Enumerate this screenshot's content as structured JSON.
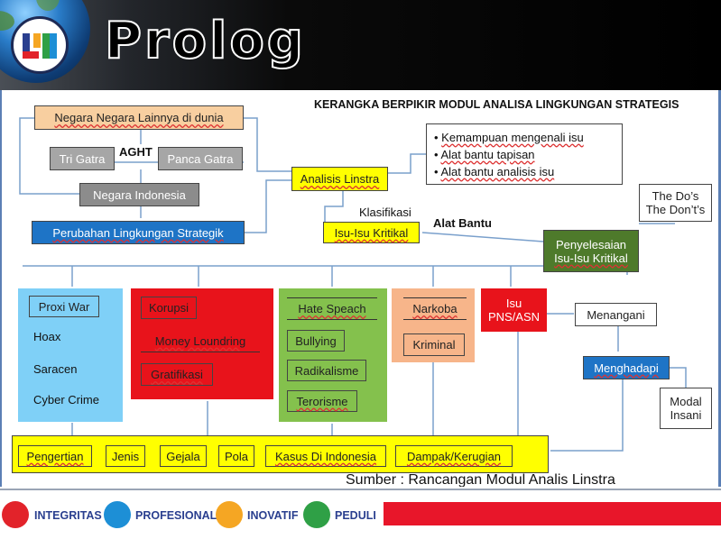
{
  "header": {
    "title": "Prolog"
  },
  "framework_title": "KERANGKA BERPIKIR MODUL ANALISA LINGKUNGAN STRATEGIS",
  "nodes": {
    "negara_lain": "Negara Negara Lainnya di dunia",
    "tri_gatra": "Tri Gatra",
    "aght": "AGHT",
    "panca_gatra": "Panca Gatra",
    "negara_indonesia": "Negara Indonesia",
    "perubahan": "Perubahan Lingkungan Strategik",
    "analisis_linstra": "Analisis Linstra",
    "klasifikasi": "Klasifikasi",
    "isu_kritikal": "Isu-Isu Kritikal",
    "alat_bantu": "Alat Bantu",
    "penyelesaian_1": "Penyelesaian",
    "penyelesaian_2": "Isu-Isu Kritikal",
    "dos_1": "The Do’s",
    "dos_2": "The Don’t’s",
    "menangani": "Menangani",
    "menghadapi": "Menghadapi",
    "modal_1": "Modal",
    "modal_2": "Insani"
  },
  "bullets": [
    "Kemampuan mengenali isu",
    "Alat bantu tapisan",
    "Alat bantu analisis isu"
  ],
  "categories": {
    "blue": [
      "Proxi War",
      "Hoax",
      "Saracen",
      "Cyber Crime"
    ],
    "red": [
      "Korupsi",
      "Money Loundring",
      "Gratifikasi"
    ],
    "green": [
      "Hate Speach",
      "Bullying",
      "Radikalisme",
      "Terorisme"
    ],
    "orange": [
      "Narkoba",
      "Kriminal"
    ],
    "isu_pns_1": "Isu",
    "isu_pns_2": "PNS/ASN"
  },
  "bottom_row": [
    "Pengertian",
    "Jenis",
    "Gejala",
    "Pola",
    "Kasus Di Indonesia",
    "Dampak/Kerugian"
  ],
  "source": "Sumber : Rancangan Modul Analis Linstra",
  "footer": {
    "values": [
      "INTEGRITAS",
      "PROFESIONAL",
      "INOVATIF",
      "PEDULI"
    ],
    "colors": {
      "integritas": "#e2232a",
      "profesional": "#1d8fd6",
      "inovatif": "#f5a623",
      "peduli": "#2fa046"
    }
  },
  "colors": {
    "peach": "#f8cfa0",
    "grey": "#a6a6a6",
    "blue": "#1e74c6",
    "yellow": "#ffff00",
    "olive": "#4e7a2b",
    "light_blue": "#7fd0f7",
    "red": "#e8131b",
    "green": "#84c14d",
    "orange": "#f7b58a"
  }
}
